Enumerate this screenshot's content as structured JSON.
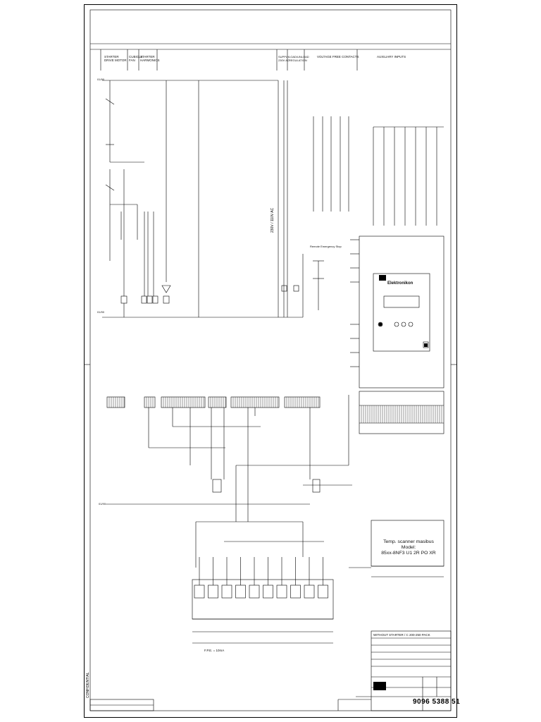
{
  "sections": {
    "starter_drive_motor": "STARTER\nDRIVE MOTOR",
    "cubicle_fan": "CUBICLE\nFAN",
    "starter_harmonics": "STARTER\nHARMONICS",
    "supply": "SUPPLY\n230V AC",
    "load_unload": "LOAD/UNLOAD\nREGULATION",
    "voltage_free": "VOLTAGE FREE CONTACTS",
    "auxiliary_inputs": "AUXILIARY INPUTS"
  },
  "labels": {
    "remote_emergency_stop": "Remote Emergency Stop",
    "voltage_rotated": "230V / 110V AC",
    "controller_brand": "Elektronikon",
    "pressure_note": "F.P.E. = 10mA",
    "bus_left": "01/90",
    "bus_left2": "01/90",
    "bottom_bus": "01/90"
  },
  "scanner": {
    "line1": "Temp. scanner masibus",
    "line2": "Model:",
    "line3": "85xx-8NF3 U1 2R PO XR"
  },
  "title_block": {
    "title": "WITHOUT STARTER / C 200-250 PACK",
    "drawing_number": "9096 5388 51",
    "confidential": "CONFIDENTIAL"
  }
}
